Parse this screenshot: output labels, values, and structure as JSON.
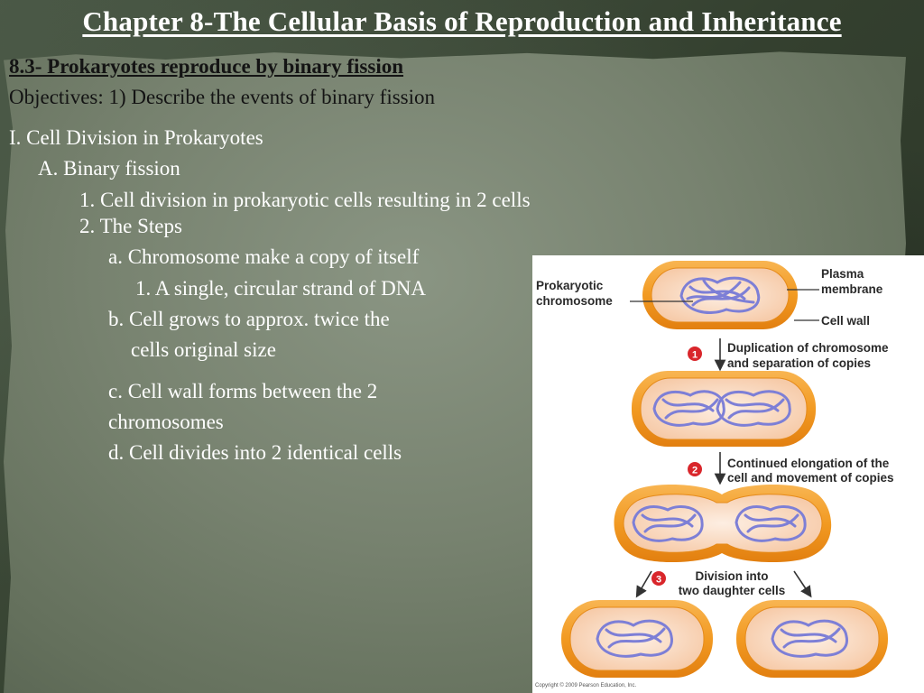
{
  "slide": {
    "title": "Chapter 8-The Cellular Basis of Reproduction and Inheritance",
    "section": "8.3- Prokaryotes reproduce by binary fission",
    "objectives": "Objectives:  1)  Describe the events of binary fission",
    "outline": {
      "l1": "I.  Cell Division in Prokaryotes",
      "l2": "A.  Binary fission",
      "l3": "1.  Cell division in prokaryotic cells resulting in 2 cells",
      "l4": "2.  The Steps",
      "l5": "a.  Chromosome make a copy of itself",
      "l6": "1.  A single, circular strand of DNA",
      "l7": "b.  Cell grows to approx. twice the",
      "l8": "cells original size",
      "l9": "c.  Cell wall forms between the 2",
      "l10": "chromosomes",
      "l11": "d.  Cell divides into 2 identical cells"
    }
  },
  "figure": {
    "label_chromosome_1": "Prokaryotic",
    "label_chromosome_2": "chromosome",
    "label_plasma_1": "Plasma",
    "label_plasma_2": "membrane",
    "label_cell_wall": "Cell wall",
    "step1_num": "1",
    "step1_line1": "Duplication of chromosome",
    "step1_line2": "and separation of copies",
    "step2_num": "2",
    "step2_line1": "Continued elongation of the",
    "step2_line2": "cell and movement of copies",
    "step3_num": "3",
    "step3_line1": "Division into",
    "step3_line2": "two daughter cells",
    "copyright": "Copyright © 2009 Pearson Education, Inc.",
    "colors": {
      "cell_wall": "#f39a1e",
      "cytoplasm": "#fbe3cf",
      "dna": "#7d7fd6",
      "step_badge": "#d9262b"
    }
  }
}
